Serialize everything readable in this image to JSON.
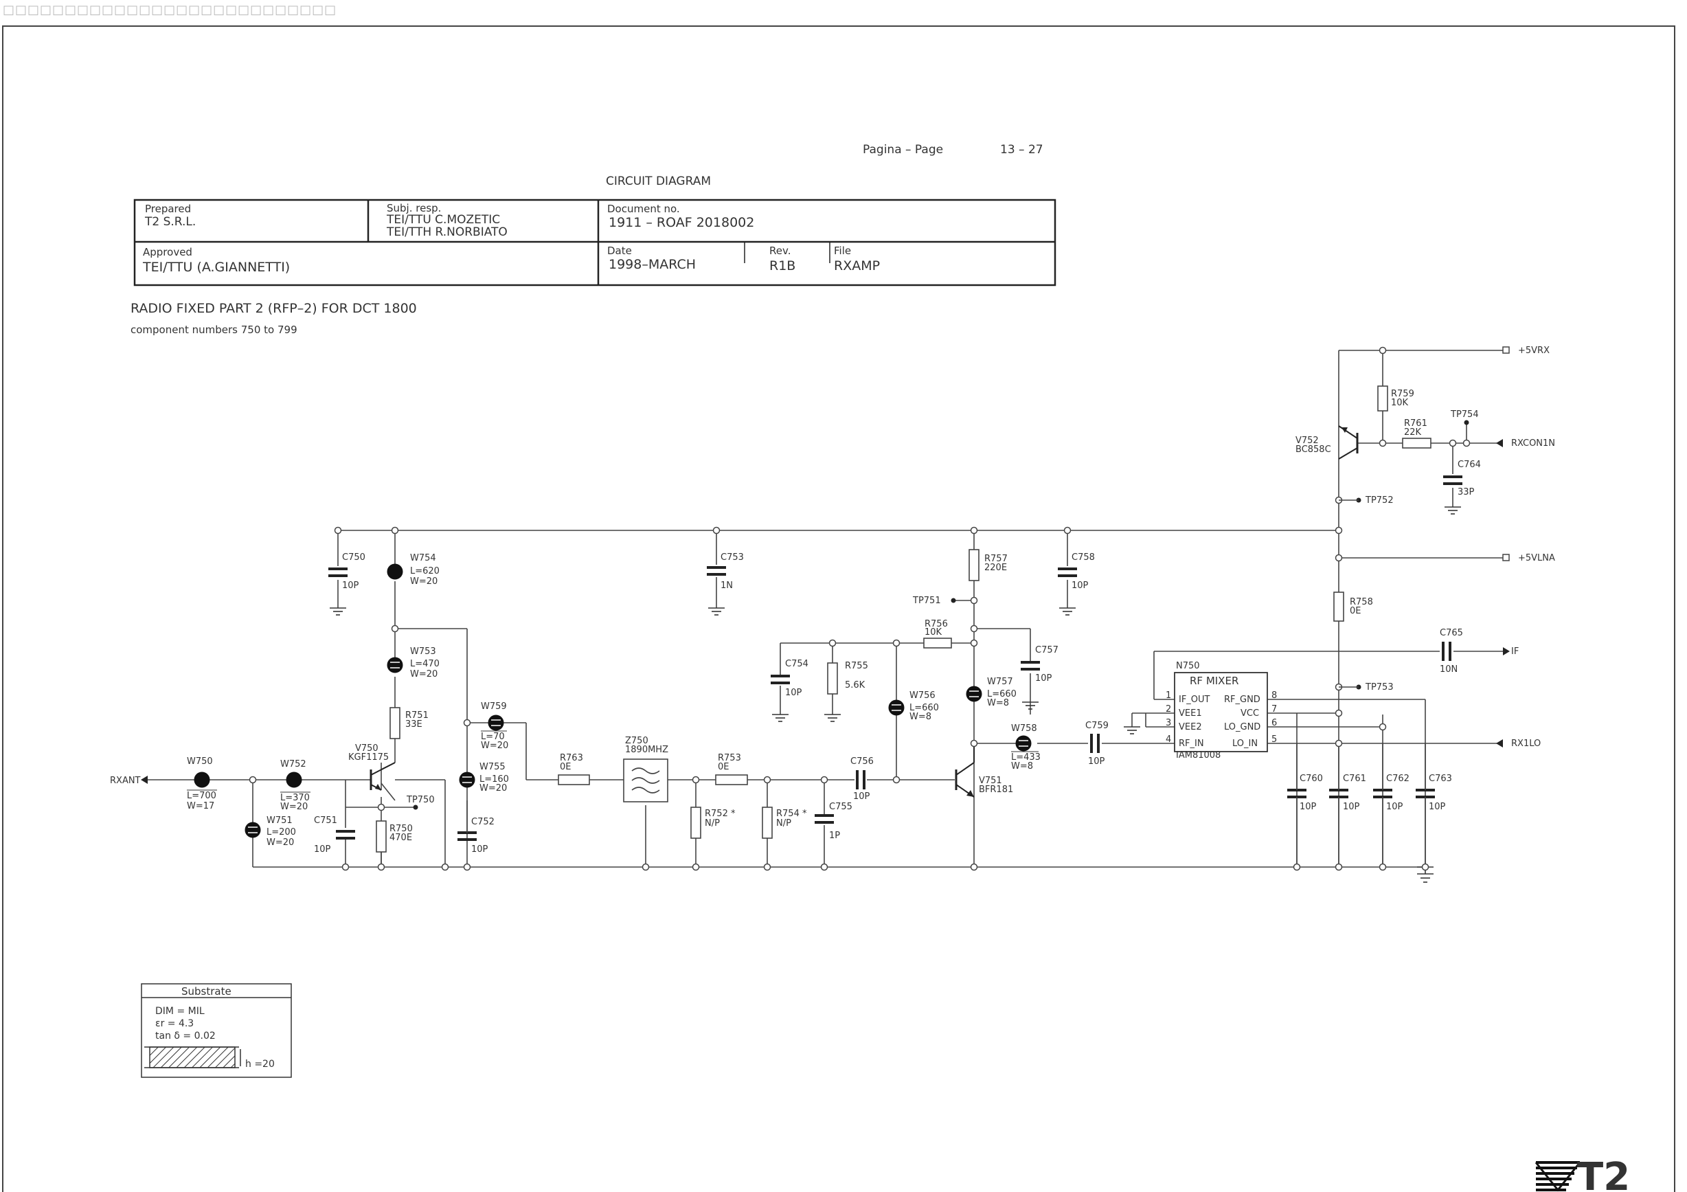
{
  "header": {
    "placeholder_glyphs": "□□□□□□□□□□□□□□□□□□□□□□□□□□□",
    "page_label": "Pagina  –  Page",
    "page_number": "13 – 27",
    "diagram_type": "CIRCUIT DIAGRAM"
  },
  "title_block": {
    "prepared_label": "Prepared",
    "prepared_value": "T2  S.R.L.",
    "subj_label": "Subj. resp.",
    "subj_value_1": "TEI/TTU  C.MOZETIC",
    "subj_value_2": "TEI/TTH  R.NORBIATO",
    "doc_label": "Document  no.",
    "doc_value": "1911  –  ROAF  2018002",
    "approved_label": "Approved",
    "approved_value": "TEI/TTU  (A.GIANNETTI)",
    "date_label": "Date",
    "date_value": "1998–MARCH",
    "rev_label": "Rev.",
    "rev_value": "R1B",
    "file_label": "File",
    "file_value": "RXAMP"
  },
  "description": {
    "title": "RADIO FIXED PART 2 (RFP–2) FOR DCT 1800",
    "subtitle": "component numbers 750 to 799"
  },
  "substrate": {
    "title": "Substrate",
    "dim": "DIM     = MIL",
    "er": "εr      = 4.3",
    "tan": "tan  δ = 0.02",
    "h": "h =20"
  },
  "logo": {
    "text": "T2"
  },
  "ports": {
    "vrx": "+5VRX",
    "rxcon": "RXCON1N",
    "vlna": "+5VLNA",
    "if": "IF",
    "rxlo": "RX1LO",
    "rxant": "RXANT"
  },
  "mixer": {
    "ref": "N750",
    "name": "RF  MIXER",
    "part": "IAM81008",
    "pins": [
      "IF_OUT",
      "VEE1",
      "VEE2",
      "RF_IN",
      "RF_GND",
      "VCC",
      "LO_GND",
      "LO_IN"
    ],
    "pin_numbers": [
      "1",
      "2",
      "3",
      "4",
      "8",
      "7",
      "6",
      "5"
    ]
  },
  "components": {
    "w750": [
      "W750",
      "L=700",
      "W=17"
    ],
    "w752": [
      "W752",
      "L=370",
      "W=20"
    ],
    "w751": [
      "W751",
      "L=200",
      "W=20"
    ],
    "c751": [
      "C751",
      "10P"
    ],
    "r750": [
      "R750",
      "470E"
    ],
    "tp750": "TP750",
    "v750": [
      "V750",
      "KGF1175"
    ],
    "r751": [
      "R751",
      "33E"
    ],
    "w753": [
      "W753",
      "L=470",
      "W=20"
    ],
    "w754": [
      "W754",
      "L=620",
      "W=20"
    ],
    "c750": [
      "C750",
      "10P"
    ],
    "w759": [
      "W759",
      "L=70",
      "W=20"
    ],
    "w755": [
      "W755",
      "L=160",
      "W=20"
    ],
    "c752": [
      "C752",
      "10P"
    ],
    "r763": [
      "R763",
      "0E"
    ],
    "z750": [
      "Z750",
      "1890MHZ"
    ],
    "r753": [
      "R753",
      "0E"
    ],
    "r752": [
      "R752 *",
      "N/P"
    ],
    "r754": [
      "R754 *",
      "N/P"
    ],
    "c755": [
      "C755",
      "1P"
    ],
    "c753": [
      "C753",
      "1N"
    ],
    "c754": [
      "C754",
      "10P"
    ],
    "r755": [
      "R755",
      "5.6K"
    ],
    "w756": [
      "W756",
      "L=660",
      "W=8"
    ],
    "c756": [
      "C756",
      "10P"
    ],
    "r756": [
      "R756",
      "10K"
    ],
    "r757": [
      "R757",
      "220E"
    ],
    "tp751": "TP751",
    "c757": [
      "C757",
      "10P"
    ],
    "w757": [
      "W757",
      "L=660",
      "W=8"
    ],
    "v751": [
      "V751",
      "BFR181"
    ],
    "w758": [
      "W758",
      "L=433",
      "W=8"
    ],
    "c759": [
      "C759",
      "10P"
    ],
    "c758": [
      "C758",
      "10P"
    ],
    "r759": [
      "R759",
      "10K"
    ],
    "v752": [
      "V752",
      "BC858C"
    ],
    "r761": [
      "R761",
      "22K"
    ],
    "tp754": "TP754",
    "c764": [
      "C764",
      "33P"
    ],
    "tp752": "TP752",
    "r758": [
      "R758",
      "0E"
    ],
    "c765": [
      "C765",
      "10N"
    ],
    "tp753": "TP753",
    "c760": [
      "C760",
      "10P"
    ],
    "c761": [
      "C761",
      "10P"
    ],
    "c762": [
      "C762",
      "10P"
    ],
    "c763": [
      "C763",
      "10P"
    ]
  }
}
